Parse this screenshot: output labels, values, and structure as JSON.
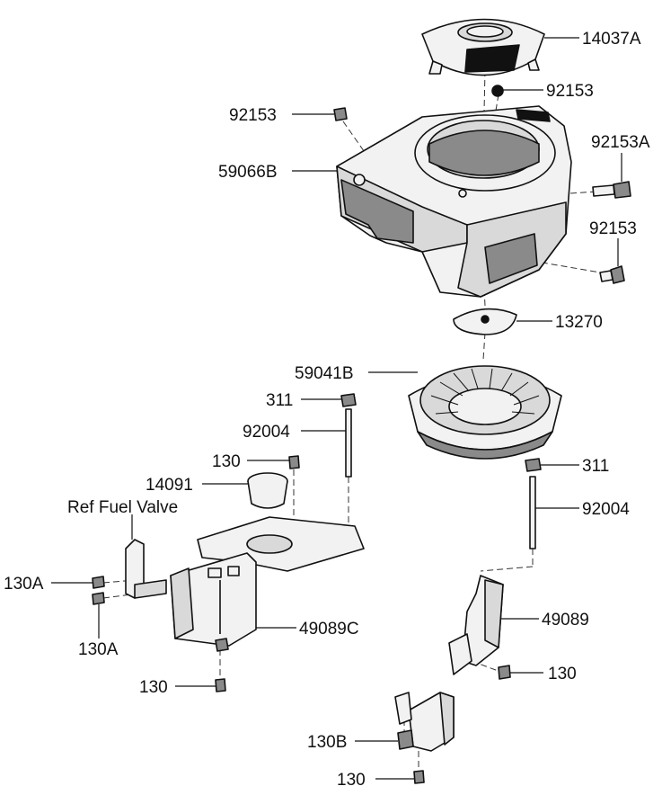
{
  "labels": {
    "shroud_cover": "14037A",
    "bolt_top_right": "92153",
    "bolt_top_left": "92153",
    "housing": "59066B",
    "bolt_side_a": "92153A",
    "bolt_side_b": "92153",
    "plate": "13270",
    "flywheel_fan": "59041B",
    "nut_left": "311",
    "stud_left": "92004",
    "bolt_130_top": "130",
    "collar": "14091",
    "ref_fuel_valve": "Ref Fuel Valve",
    "bolt_130A_upper": "130A",
    "bolt_130A_lower": "130A",
    "baffle_left": "49089C",
    "bolt_130_left_bottom": "130",
    "nut_right": "311",
    "stud_right": "92004",
    "baffle_right": "49089",
    "bolt_130_right": "130",
    "bolt_130B": "130B",
    "bolt_130_bottom": "130"
  }
}
